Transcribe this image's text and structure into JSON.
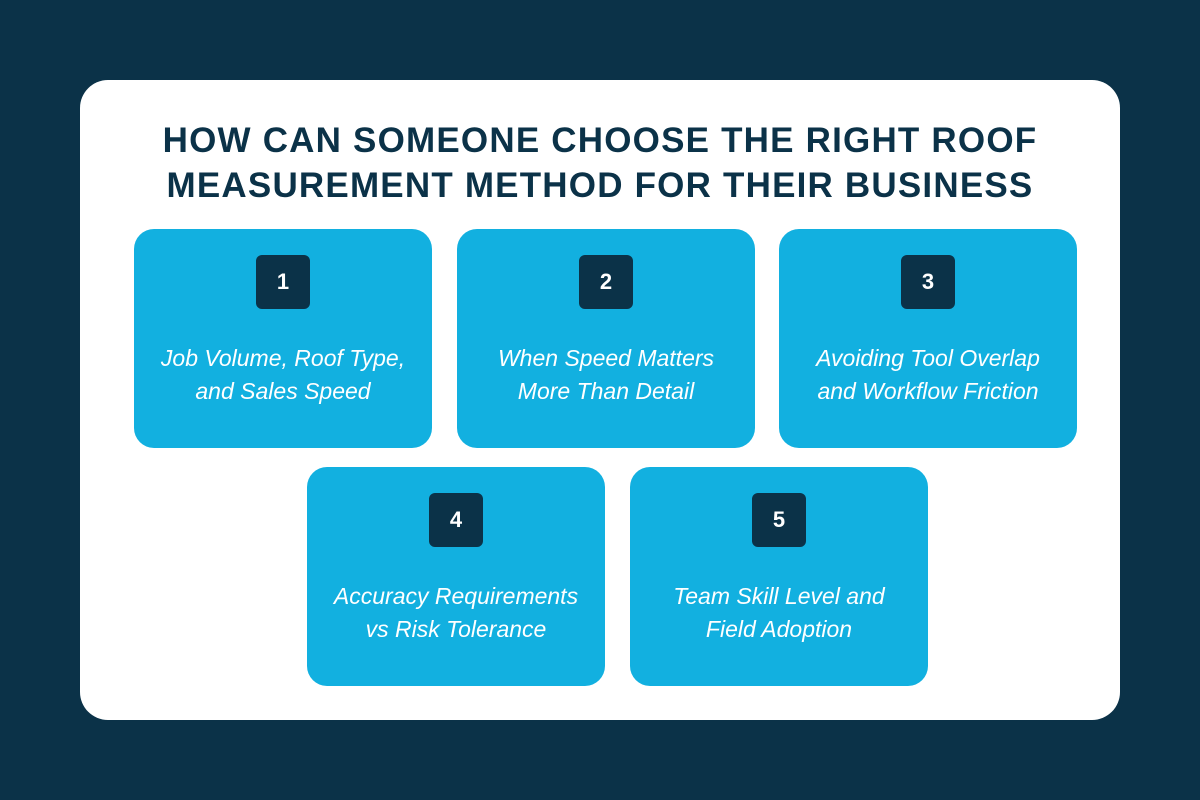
{
  "title": {
    "line1": "HOW CAN SOMEONE CHOOSE THE RIGHT ROOF",
    "line2": "MEASUREMENT METHOD FOR THEIR BUSINESS"
  },
  "colors": {
    "background": "#0b3248",
    "panel": "#ffffff",
    "card": "#12b0e0",
    "badge": "#0b3248",
    "title_text": "#0b3248",
    "card_text": "#ffffff"
  },
  "cards": [
    {
      "number": "1",
      "text": "Job Volume, Roof Type, and Sales Speed"
    },
    {
      "number": "2",
      "text": "When Speed Matters More Than Detail"
    },
    {
      "number": "3",
      "text": "Avoiding Tool Overlap and Workflow Friction"
    },
    {
      "number": "4",
      "text": "Accuracy Requirements vs Risk Tolerance"
    },
    {
      "number": "5",
      "text": "Team Skill Level and Field Adoption"
    }
  ]
}
